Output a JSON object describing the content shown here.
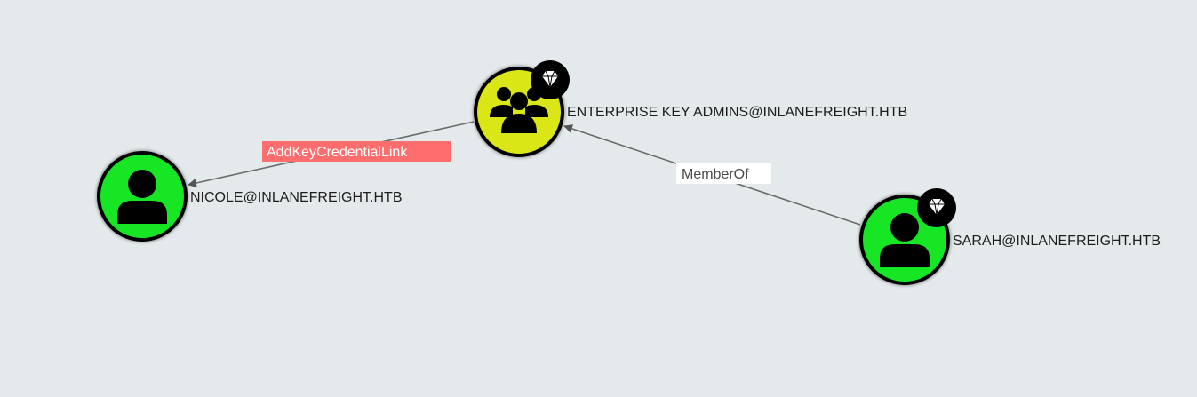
{
  "colors": {
    "background": "#e4e9eb",
    "user_node_fill": "#17e625",
    "group_node_fill": "#dbe617",
    "node_border": "#000000",
    "edge": "#6b6b6b",
    "highlight_edge_label_bg": "#ff6e6e",
    "highlight_edge_label_text": "#ffffff",
    "edge_label_bg": "#ffffff",
    "edge_label_text": "#4a4a4a"
  },
  "nodes": {
    "group": {
      "label": "ENTERPRISE KEY ADMINS@INLANEFREIGHT.HTB",
      "type": "group",
      "icon": "users-group-icon",
      "badge": "tier-zero-gem-icon"
    },
    "nicole": {
      "label": "NICOLE@INLANEFREIGHT.HTB",
      "type": "user",
      "icon": "user-icon"
    },
    "sarah": {
      "label": "SARAH@INLANEFREIGHT.HTB",
      "type": "user",
      "icon": "user-icon",
      "badge": "tier-zero-gem-icon"
    }
  },
  "edges": {
    "add_key": {
      "label": "AddKeyCredentialLink",
      "from": "group",
      "to": "nicole",
      "highlighted": true
    },
    "member_of": {
      "label": "MemberOf",
      "from": "sarah",
      "to": "group",
      "highlighted": false
    }
  }
}
